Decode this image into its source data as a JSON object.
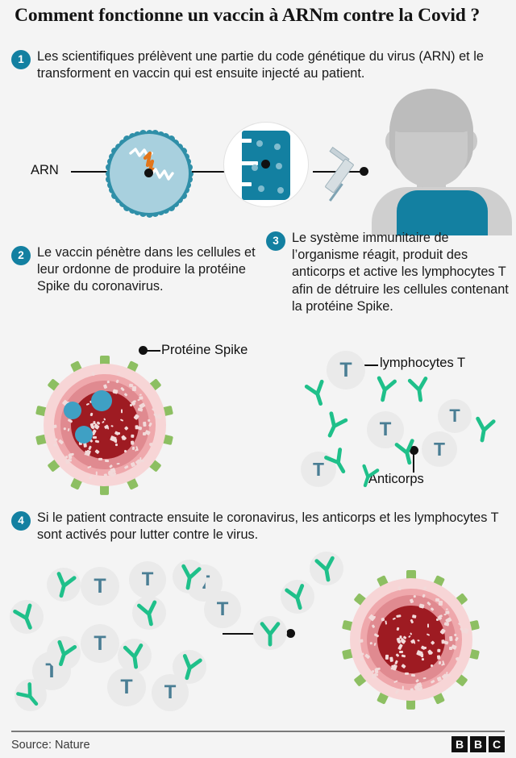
{
  "title": "Comment fonctionne un vaccin à ARNm contre la Covid ?",
  "steps": [
    {
      "number": "1",
      "text": "Les scientifiques prélèvent une partie du code génétique du virus (ARN) et le transforment en vaccin qui est ensuite injecté au patient."
    },
    {
      "number": "2",
      "text": "Le vaccin pénètre dans les cellules et leur ordonne de produire la protéine Spike du coronavirus."
    },
    {
      "number": "3",
      "text": "Le système immunitaire de l’organisme réagit, produit des anticorps et active les lymphocytes T afin de détruire les cellules contenant la protéine Spike."
    },
    {
      "number": "4",
      "text": "Si le patient contracte ensuite le coronavirus, les anticorps et les lymphocytes T sont activés pour lutter contre le virus."
    }
  ],
  "labels": {
    "arn": "ARN",
    "spike_protein": "Protéine Spike",
    "lymphocytes": "lymphocytes T",
    "antibodies": "Anticorps",
    "tcell_letter": "T"
  },
  "footer": {
    "source": "Source: Nature",
    "logo_letters": [
      "B",
      "B",
      "C"
    ]
  },
  "colors": {
    "background": "#F4F4F4",
    "accent_teal": "#1380A1",
    "nanoparticle_fill": "#A8D0DE",
    "nanoparticle_ring": "#2F8FA8",
    "rna_orange": "#E2761B",
    "rna_white": "#FFFFFF",
    "virus_outer": "#F7D5D6",
    "virus_mid": "#EFA8AC",
    "virus_inner": "#E08A90",
    "virus_core": "#9E1B22",
    "spike_green": "#8DBF62",
    "antibody_green": "#1FC08A",
    "tcell_circle": "#EAEAEA",
    "tcell_letter": "#4A7E94",
    "person_skin": "#C9C9C9",
    "person_hair": "#BCBCBC",
    "leader_line": "#111111"
  }
}
